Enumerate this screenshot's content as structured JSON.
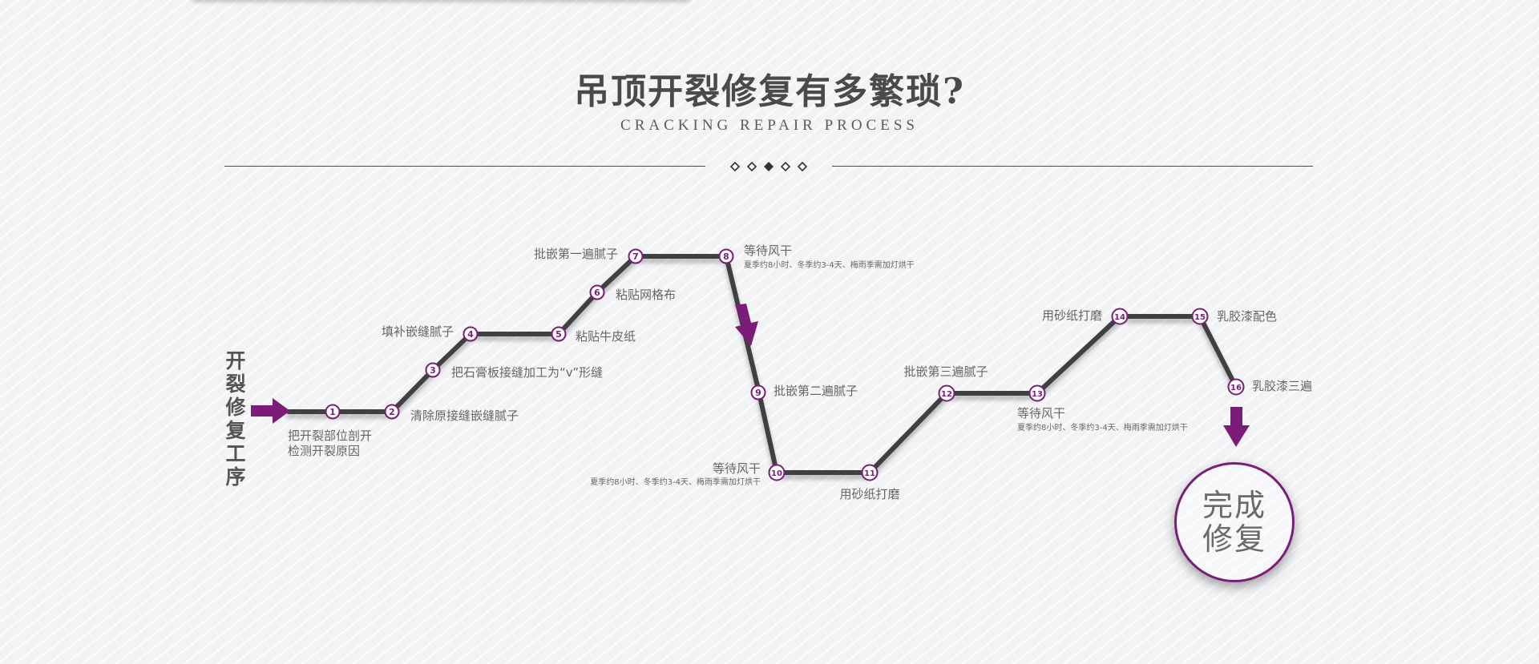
{
  "header": {
    "title": "吊顶开裂修复有多繁琐?",
    "subtitle": "CRACKING REPAIR PROCESS"
  },
  "side_label": [
    "开",
    "裂",
    "修",
    "复",
    "工",
    "序"
  ],
  "finish": {
    "line1": "完成",
    "line2": "修复"
  },
  "colors": {
    "accent": "#7b1d78",
    "path": "#3f3f3f",
    "text": "#666666"
  },
  "steps": [
    {
      "num": "1",
      "label": "把开裂部位剖开",
      "label2": "检测开裂原因",
      "note": ""
    },
    {
      "num": "2",
      "label": "清除原接缝嵌缝腻子",
      "note": ""
    },
    {
      "num": "3",
      "label": "把石膏板接缝加工为“v”形缝",
      "note": ""
    },
    {
      "num": "4",
      "label": "填补嵌缝腻子",
      "note": ""
    },
    {
      "num": "5",
      "label": "粘贴牛皮纸",
      "note": ""
    },
    {
      "num": "6",
      "label": "粘贴网格布",
      "note": ""
    },
    {
      "num": "7",
      "label": "批嵌第一遍腻子",
      "note": ""
    },
    {
      "num": "8",
      "label": "等待风干",
      "note": "夏季约8小时、冬季约3-4天、梅雨季需加灯烘干"
    },
    {
      "num": "9",
      "label": "批嵌第二遍腻子",
      "note": ""
    },
    {
      "num": "10",
      "label": "等待风干",
      "note": "夏季约8小时、冬季约3-4天、梅雨季需加灯烘干"
    },
    {
      "num": "11",
      "label": "用砂纸打磨",
      "note": ""
    },
    {
      "num": "12",
      "label": "批嵌第三遍腻子",
      "note": ""
    },
    {
      "num": "13",
      "label": "等待风干",
      "note": "夏季约8小时、冬季约3-4天、梅雨季需加灯烘干"
    },
    {
      "num": "14",
      "label": "用砂纸打磨",
      "note": ""
    },
    {
      "num": "15",
      "label": "乳胶漆配色",
      "note": ""
    },
    {
      "num": "16",
      "label": "乳胶漆三遍",
      "note": ""
    }
  ]
}
